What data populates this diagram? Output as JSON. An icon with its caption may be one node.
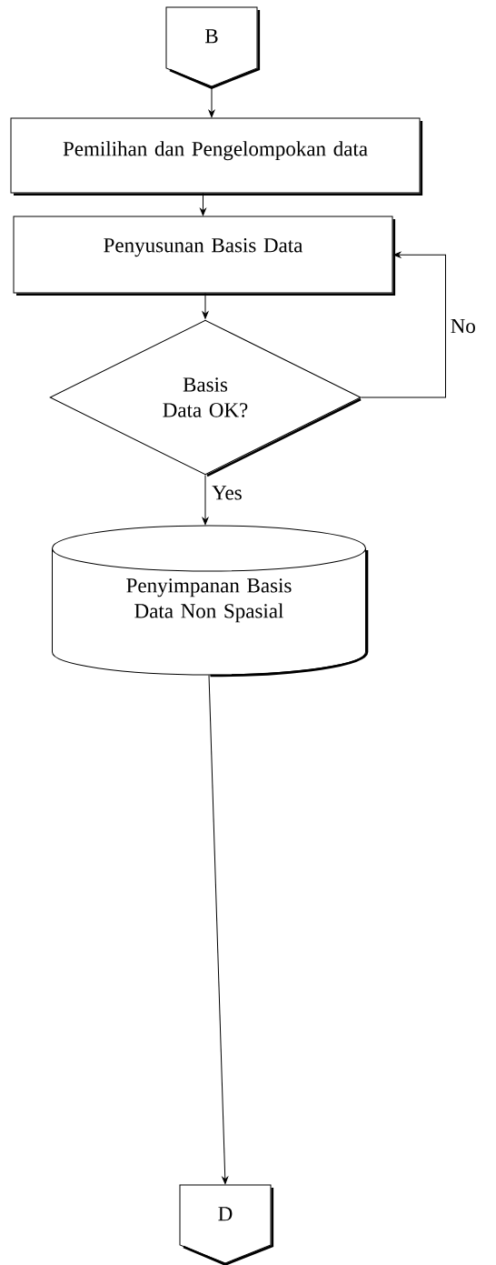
{
  "diagram": {
    "nodes": [
      {
        "text": [
          "B"
        ]
      },
      {
        "text": [
          "Pemilihan dan Pengelompokan data"
        ]
      },
      {
        "text": [
          "Penyusunan Basis Data"
        ]
      },
      {
        "text": [
          "Basis Data OK?"
        ]
      },
      {
        "text": [
          "Penyimpanan Basis Data Non Spasial"
        ]
      },
      {
        "text": [
          "D"
        ]
      }
    ],
    "edges": [
      {
        "from": 0,
        "to": 1,
        "arrow": "to"
      },
      {
        "from": 1,
        "to": 2,
        "arrow": "to"
      },
      {
        "from": 2,
        "to": 3,
        "arrow": "to"
      },
      {
        "from": 3,
        "to": 2,
        "arrow": "to",
        "label": "No"
      },
      {
        "from": 3,
        "to": 4,
        "arrow": "to",
        "label": "Yes"
      },
      {
        "from": 4,
        "to": 5,
        "arrow": "to"
      }
    ]
  }
}
